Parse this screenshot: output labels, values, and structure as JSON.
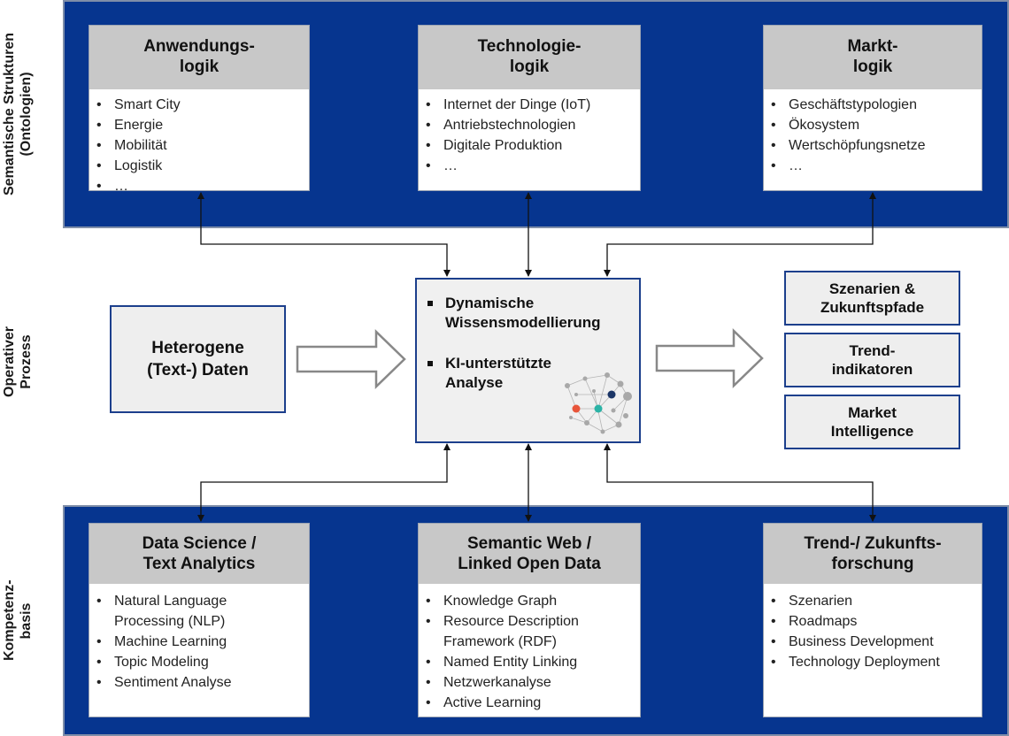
{
  "rows": {
    "semantic": [
      "Semantische Strukturen",
      "(Ontologien)"
    ],
    "process": [
      "Operativer",
      "Prozess"
    ],
    "competence": [
      "Kompetenz-",
      "basis"
    ]
  },
  "top_cards": [
    {
      "title": [
        "Anwendungs-",
        "logik"
      ],
      "items": [
        "Smart City",
        "Energie",
        "Mobilität",
        "Logistik",
        "…"
      ]
    },
    {
      "title": [
        "Technologie-",
        "logik"
      ],
      "items": [
        "Internet der Dinge (IoT)",
        "Antriebstechnologien",
        "Digitale Produktion",
        "…"
      ]
    },
    {
      "title": [
        "Markt-",
        "logik"
      ],
      "items": [
        "Geschäftstypologien",
        "Ökosystem",
        "Wertschöpfungsnetze",
        "…"
      ]
    }
  ],
  "bottom_cards": [
    {
      "title": [
        "Data Science /",
        "Text Analytics"
      ],
      "items": [
        "Natural Language",
        "Processing (NLP)",
        "Machine Learning",
        "Topic Modeling",
        "Sentiment Analyse"
      ]
    },
    {
      "title": [
        "Semantic Web /",
        "Linked Open Data"
      ],
      "items": [
        "Knowledge Graph",
        "Resource Description",
        "Framework (RDF)",
        "Named Entity Linking",
        "Netzwerkanalyse",
        "Active Learning"
      ]
    },
    {
      "title": [
        "Trend-/ Zukunfts-",
        "forschung"
      ],
      "items": [
        "Szenarien",
        "Roadmaps",
        "Business Development",
        "Technology Deployment"
      ]
    }
  ],
  "input_box": [
    "Heterogene",
    "(Text-) Daten"
  ],
  "center_items": [
    [
      "Dynamische",
      "Wissensmodellierung"
    ],
    [
      "KI-unterstützte",
      "Analyse"
    ]
  ],
  "outputs": [
    [
      "Szenarien &",
      "Zukunftspfade"
    ],
    [
      "Trend-",
      "indikatoren"
    ],
    [
      "Market",
      "Intelligence"
    ]
  ],
  "colors": {
    "panel": "#06358f",
    "header": "#c8c8c8",
    "box_border": "#1c3f8c"
  },
  "icons": [
    "network-graph-icon",
    "arrow-right-icon"
  ]
}
